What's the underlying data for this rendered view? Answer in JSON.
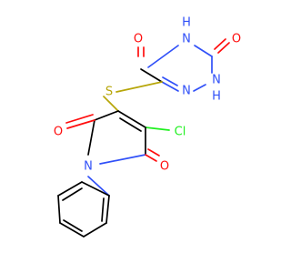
{
  "molecule": {
    "colors": {
      "carbon": "#000000",
      "oxygen": "#ff0d0d",
      "nitrogen": "#3050f8",
      "sulfur": "#b7a60a",
      "chlorine": "#1ff01f",
      "background": "#ffffff"
    },
    "atom_labels": {
      "o_triazine_c5": "O",
      "nh_triazine_4": "H\nN",
      "o_triazine_c3": "O",
      "n_triazine_1": "N",
      "nh_triazine_2": "N\nH",
      "s_thioether": "S",
      "o_pyrrole_c2": "O",
      "cl": "Cl",
      "n_pyrrole": "N",
      "o_pyrrole_c5": "O"
    }
  }
}
